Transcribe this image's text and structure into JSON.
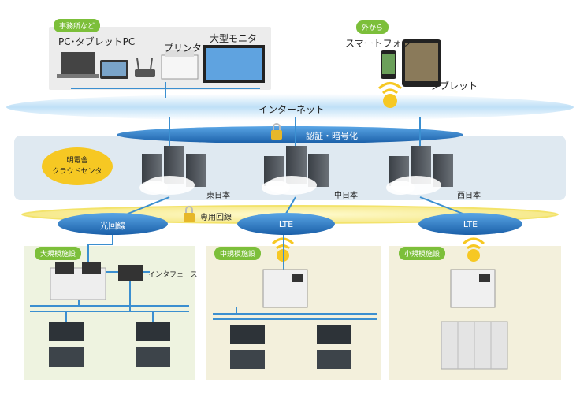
{
  "office": {
    "tag": "事務所など",
    "pc_label": "PC･タブレットPC",
    "printer_label": "プリンタ",
    "monitor_label": "大型モニタ"
  },
  "mobile": {
    "tag": "外から",
    "smartphone_label": "スマートフォン",
    "tablet_label": "タブレット"
  },
  "internet_label": "インターネット",
  "auth_label": "認証・暗号化",
  "cloud": {
    "name": "明電舎\nクラウドセンタ",
    "name_line1": "明電舎",
    "name_line2": "クラウドセンタ",
    "east_label": "東日本",
    "central_label": "中日本",
    "west_label": "西日本"
  },
  "dedicated_line_label": "専用回線",
  "links": {
    "fiber_label": "光回線",
    "lte1_label": "LTE",
    "lte2_label": "LTE"
  },
  "facilities": {
    "large": {
      "tag": "大規模施設",
      "interface_label": "インタフェース"
    },
    "medium": {
      "tag": "中規模施設"
    },
    "small": {
      "tag": "小規模施設"
    }
  },
  "colors": {
    "green_tag": "#7cbf3a",
    "blue_oval": "#1f6db5",
    "network_line": "#3b8fd0",
    "yellow_line": "#f3e36b"
  }
}
